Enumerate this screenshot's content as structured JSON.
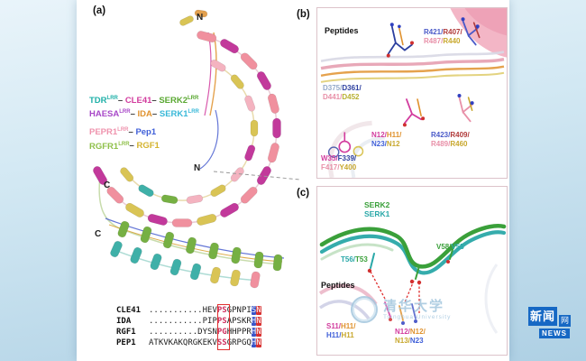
{
  "panel_a": {
    "label": "(a)",
    "termini": {
      "n_top": "N",
      "n_mid": "N",
      "c_upper": "C",
      "c_lower": "C"
    },
    "legend": [
      {
        "parts": [
          {
            "t": "TDR",
            "sup": "LRR",
            "c": "#1fb0a8"
          },
          {
            "t": "– ",
            "c": "#333333"
          },
          {
            "t": "CLE41",
            "c": "#d23c9e"
          },
          {
            "t": "– ",
            "c": "#333333"
          },
          {
            "t": "SERK2",
            "sup": "LRR",
            "c": "#5aa832"
          }
        ]
      },
      {
        "parts": [
          {
            "t": "HAESA",
            "sup": "LRR",
            "c": "#a848c8"
          },
          {
            "t": "– ",
            "c": "#333333"
          },
          {
            "t": "IDA",
            "c": "#e0922e"
          },
          {
            "t": "– ",
            "c": "#333333"
          },
          {
            "t": "SERK1",
            "sup": "LRR",
            "c": "#38b8d8"
          }
        ]
      },
      {
        "parts": [
          {
            "t": "PEPR1",
            "sup": "LRR",
            "c": "#ef93ad"
          },
          {
            "t": "– ",
            "c": "#333333"
          },
          {
            "t": "Pep1",
            "c": "#3f5fd8"
          }
        ]
      },
      {
        "parts": [
          {
            "t": "RGFR1",
            "sup": "LRR",
            "c": "#8fc04a"
          },
          {
            "t": "– ",
            "c": "#333333"
          },
          {
            "t": "RGF1",
            "c": "#d4b32e"
          }
        ]
      }
    ],
    "alignment": [
      {
        "name": "CLE41",
        "pre": "...........HEV",
        "box": "PS",
        "mid": "GPNPI",
        "blue": "S",
        "red": "N"
      },
      {
        "name": "IDA",
        "pre": "...........PIP",
        "box": "PS",
        "mid": "APSKR",
        "blue": "H",
        "red": "N"
      },
      {
        "name": "RGF1",
        "pre": "..........DYSN",
        "box": "PG",
        "mid": "HHPPR",
        "blue": "H",
        "red": "N"
      },
      {
        "name": "PEP1",
        "pre": "ATKVKAKQRGKEKV",
        "box": "SS",
        "mid": "GRPGQ",
        "blue": "H",
        "red": "N"
      }
    ]
  },
  "panel_b": {
    "label": "(b)",
    "peptides_label": "Peptides",
    "labels": {
      "arg_top": {
        "l1": [
          {
            "t": "R421/",
            "c": "#4a5ac8"
          },
          {
            "t": "R407/",
            "c": "#b03a3a"
          }
        ],
        "l2": [
          {
            "t": "R487/",
            "c": "#e890a8"
          },
          {
            "t": "R440",
            "c": "#c8a82e"
          }
        ]
      },
      "asp": {
        "l1": [
          {
            "t": "D375/",
            "c": "#93a9c9"
          },
          {
            "t": "D361/",
            "c": "#2c3f9f"
          }
        ],
        "l2": [
          {
            "t": "D441/",
            "c": "#e890a8"
          },
          {
            "t": "D452",
            "c": "#b8b032"
          }
        ]
      },
      "asn_mid": {
        "l1": [
          {
            "t": "N12/",
            "c": "#d23c9e"
          },
          {
            "t": "H11/",
            "c": "#e0922e"
          }
        ],
        "l2": [
          {
            "t": "N23/",
            "c": "#3f5fd8"
          },
          {
            "t": "N12",
            "c": "#c8a82e"
          }
        ]
      },
      "arg_low": {
        "l1": [
          {
            "t": "R423/",
            "c": "#4a5ac8"
          },
          {
            "t": "R409/",
            "c": "#b03a3a"
          }
        ],
        "l2": [
          {
            "t": "R489/",
            "c": "#e890a8"
          },
          {
            "t": "R460",
            "c": "#c8a82e"
          }
        ]
      },
      "trp": {
        "l1": [
          {
            "t": "W35/",
            "c": "#d23c9e"
          },
          {
            "t": "F339/",
            "c": "#2c3f9f"
          }
        ],
        "l2": [
          {
            "t": "F417/",
            "c": "#e890a8"
          },
          {
            "t": "Y400",
            "c": "#c8a82e"
          }
        ]
      }
    }
  },
  "panel_c": {
    "label": "(c)",
    "peptides_label": "Peptides",
    "serk": {
      "l1": {
        "t": "SERK2",
        "c": "#3aa03a"
      },
      "l2": {
        "t": "SERK1",
        "c": "#2aa8a8"
      }
    },
    "labels": {
      "thr": [
        {
          "t": "T56/",
          "c": "#2aa8a8"
        },
        {
          "t": "T53",
          "c": "#3aa03a"
        }
      ],
      "val": [
        {
          "t": "V58/",
          "c": "#3aa03a"
        },
        {
          "t": "V55",
          "c": "#2aa8a8"
        }
      ],
      "pep1": {
        "l1": [
          {
            "t": "S11/",
            "c": "#d23c9e"
          },
          {
            "t": "H11/",
            "c": "#e0922e"
          }
        ],
        "l2": [
          {
            "t": "H11/",
            "c": "#3f5fd8"
          },
          {
            "t": "H11",
            "c": "#c8a82e"
          }
        ]
      },
      "pep2": {
        "l1": [
          {
            "t": "N12/",
            "c": "#d23c9e"
          },
          {
            "t": "N12/",
            "c": "#e0922e"
          }
        ],
        "l2": [
          {
            "t": "N13/",
            "c": "#c8a82e"
          },
          {
            "t": "N23",
            "c": "#3f5fd8"
          }
        ]
      }
    }
  },
  "watermarks": {
    "tsinghua": {
      "cn": "清华大学",
      "en": "Tsinghua University"
    },
    "news": {
      "main": "新闻",
      "net": "网",
      "latin": "NEWS"
    }
  }
}
